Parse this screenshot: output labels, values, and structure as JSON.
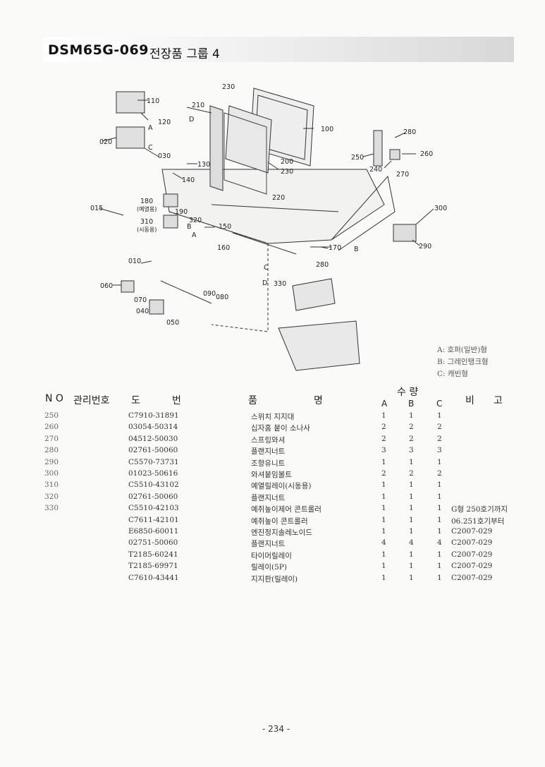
{
  "header": {
    "model_code": "DSM65G-069",
    "group_title": "전장품 그룹 4"
  },
  "diagram": {
    "callouts": [
      "230",
      "210",
      "110",
      "120",
      "D",
      "A",
      "100",
      "020",
      "030",
      "C",
      "130",
      "140",
      "200",
      "230",
      "280",
      "260",
      "250",
      "240",
      "270",
      "220",
      "015",
      "180",
      "(예열용)",
      "190",
      "310",
      "(시동용)",
      "B",
      "320",
      "150",
      "A",
      "300",
      "160",
      "170",
      "290",
      "B",
      "280",
      "010",
      "C",
      "060",
      "D",
      "330",
      "090",
      "080",
      "070",
      "040",
      "050"
    ]
  },
  "legend": {
    "items": [
      "A: 호퍼(일반)형",
      "B: 그레인탱크형",
      "C: 캐빈형"
    ]
  },
  "table": {
    "headers": {
      "no": "N O",
      "mgmt": "관리번호",
      "drawing_1": "도",
      "drawing_2": "번",
      "name_1": "품",
      "name_2": "명",
      "qty": "수 량",
      "qty_a": "A",
      "qty_b": "B",
      "qty_c": "C",
      "note_1": "비",
      "note_2": "고"
    },
    "rows": [
      {
        "no": "250",
        "part": "C7910-31891",
        "name": "스위치 지지대",
        "a": "1",
        "b": "1",
        "c": "1",
        "note": ""
      },
      {
        "no": "260",
        "part": "03054-50314",
        "name": "십자홈 붙이 소나사",
        "a": "2",
        "b": "2",
        "c": "2",
        "note": ""
      },
      {
        "no": "270",
        "part": "04512-50030",
        "name": "스프링와셔",
        "a": "2",
        "b": "2",
        "c": "2",
        "note": ""
      },
      {
        "no": "280",
        "part": "02761-50060",
        "name": "플랜지너트",
        "a": "3",
        "b": "3",
        "c": "3",
        "note": ""
      },
      {
        "no": "290",
        "part": "C5570-73731",
        "name": "조향유니트",
        "a": "1",
        "b": "1",
        "c": "1",
        "note": ""
      },
      {
        "no": "300",
        "part": "01023-50616",
        "name": "와셔붙임볼트",
        "a": "2",
        "b": "2",
        "c": "2",
        "note": ""
      },
      {
        "no": "310",
        "part": "C5510-43102",
        "name": "예열릴레이(시동용)",
        "a": "1",
        "b": "1",
        "c": "1",
        "note": ""
      },
      {
        "no": "320",
        "part": "02761-50060",
        "name": "플랜지너트",
        "a": "1",
        "b": "1",
        "c": "1",
        "note": ""
      },
      {
        "no": "330",
        "part": "C5510-42103",
        "name": "예취높이제어 콘트롤러",
        "a": "1",
        "b": "1",
        "c": "1",
        "note": "G형 250호기까지"
      },
      {
        "no": "",
        "part": "C7611-42101",
        "name": "예취높이 콘트롤러",
        "a": "1",
        "b": "1",
        "c": "1",
        "note": "06.251호기부터"
      },
      {
        "no": "",
        "part": "E6850-60011",
        "name": "엔진정지솔레노이드",
        "a": "1",
        "b": "1",
        "c": "1",
        "note": "C2007-029"
      },
      {
        "no": "",
        "part": "02751-50060",
        "name": "플랜지너트",
        "a": "4",
        "b": "4",
        "c": "4",
        "note": "C2007-029"
      },
      {
        "no": "",
        "part": "T2185-60241",
        "name": "타이머릴레이",
        "a": "1",
        "b": "1",
        "c": "1",
        "note": "C2007-029"
      },
      {
        "no": "",
        "part": "T2185-69971",
        "name": "릴레이(5P)",
        "a": "1",
        "b": "1",
        "c": "1",
        "note": "C2007-029"
      },
      {
        "no": "",
        "part": "C7610-43441",
        "name": "지지판(릴레이)",
        "a": "1",
        "b": "1",
        "c": "1",
        "note": "C2007-029"
      }
    ]
  },
  "footer": {
    "page_number": "- 234 -"
  }
}
